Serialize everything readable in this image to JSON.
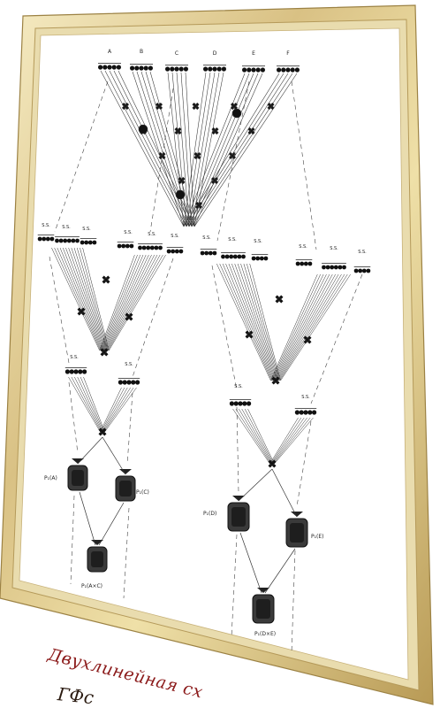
{
  "top_chromosome_labels": [
    "A",
    "B",
    "C",
    "D",
    "E",
    "F"
  ],
  "cluster_labels": {
    "left_upper": [
      "S.S.",
      "S.S.",
      "S.S.",
      "S.S.",
      "S.S.",
      "S.S."
    ],
    "right_upper": [
      "S.S.",
      "S.S.",
      "S.S.",
      "S.S.",
      "S.S.",
      "S.S."
    ],
    "left_middle": [
      "S.S.",
      "S.S."
    ],
    "right_middle": [
      "S.S.",
      "S.S."
    ]
  },
  "pool_labels": {
    "left_a": "P₁(A)",
    "left_c": "P₁(C)",
    "left_ac": "P₁(A×C)",
    "right_d": "P₁(D)",
    "right_e": "P₁(E)",
    "right_de": "P₁(D×E)"
  },
  "caption": {
    "line1": "Двухлинейная сх",
    "line2": "ГФс"
  },
  "colors": {
    "frame_gold": "#d8c48a",
    "frame_light": "#f3e7b8",
    "ink": "#222222",
    "caption_red": "#8b1a1a"
  }
}
